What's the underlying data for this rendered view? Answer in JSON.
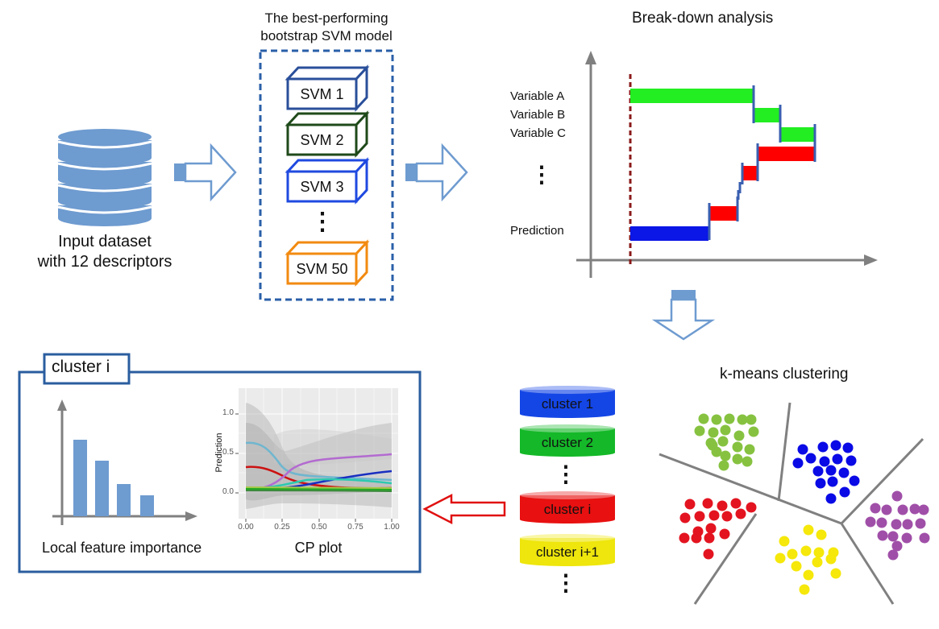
{
  "input_dataset": {
    "label_line1": "Input dataset",
    "label_line2": "with 12 descriptors",
    "icon": "database-icon"
  },
  "svm_ensemble": {
    "title_line1": "The best-performing",
    "title_line2": "bootstrap SVM model",
    "models": [
      {
        "label": "SVM 1",
        "color": "#2a4f9a"
      },
      {
        "label": "SVM 2",
        "color": "#1f4a1a"
      },
      {
        "label": "SVM 3",
        "color": "#1f49e0"
      },
      {
        "label": "SVM 50",
        "color": "#f28a10"
      }
    ],
    "ellipsis": "⋮",
    "frame_color": "#2a5fa8"
  },
  "breakdown": {
    "title": "Break-down analysis",
    "variables": [
      "Variable A",
      "Variable B",
      "Variable C"
    ],
    "ellipsis": "⋮",
    "prediction_label": "Prediction",
    "colors": {
      "positive": "#22ee22",
      "negative": "#ff0000",
      "prediction": "#0a17e6",
      "baseline": "#8b1a1a"
    }
  },
  "kmeans": {
    "title": "k-means clustering",
    "cluster_colors": [
      "#86c240",
      "#0a0ae6",
      "#e31420",
      "#f5e80a",
      "#a04fa8"
    ]
  },
  "clusters_stack": {
    "items": [
      {
        "label": "cluster 1",
        "color": "#1446e6"
      },
      {
        "label": "cluster 2",
        "color": "#14b828"
      },
      {
        "label": "cluster i",
        "color": "#e81010"
      },
      {
        "label": "cluster i+1",
        "color": "#eee60c"
      }
    ],
    "ellipsis": "⋮"
  },
  "cluster_panel": {
    "title": "cluster i",
    "title_color": "#e31414",
    "feature_importance": {
      "label": "Local feature importance"
    },
    "cp_plot": {
      "label": "CP plot",
      "y_axis_label": "Prediction",
      "y_ticks": [
        "0.0",
        "0.5",
        "1.0"
      ],
      "x_ticks": [
        "0.00",
        "0.25",
        "0.50",
        "0.75",
        "1.00"
      ]
    }
  },
  "colors": {
    "arrow_fill": "#ffffff",
    "arrow_stroke": "#6e9bd0",
    "arrow_dark": "#6e9bd0",
    "panel_border": "#2a5d9f",
    "red_arrow": "#e01010",
    "db_blue": "#6e9bd0"
  }
}
